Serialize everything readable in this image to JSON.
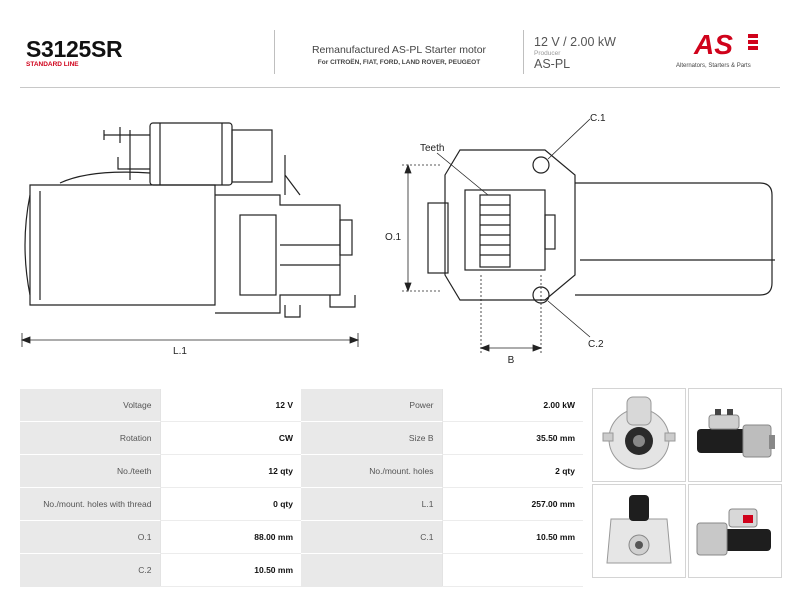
{
  "header": {
    "part_number": "S3125SR",
    "line": "STANDARD LINE",
    "description": "Remanufactured AS-PL Starter motor",
    "fits": "For CITROËN, FIAT, FORD, LAND ROVER, PEUGEOT",
    "rating": "12 V  /  2.00 kW",
    "producer_label": "Producer",
    "producer": "AS-PL",
    "logo_text": "AS",
    "tagline": "Alternators, Starters & Parts"
  },
  "drawing": {
    "dim_l1": "L.1",
    "dim_teeth": "Teeth",
    "dim_c1": "C.1",
    "dim_c2": "C.2",
    "dim_o1": "O.1",
    "dim_b": "B"
  },
  "specs": [
    {
      "label_a": "Voltage",
      "value_a": "12 V",
      "label_b": "Power",
      "value_b": "2.00 kW"
    },
    {
      "label_a": "Rotation",
      "value_a": "CW",
      "label_b": "Size B",
      "value_b": "35.50 mm"
    },
    {
      "label_a": "No./teeth",
      "value_a": "12 qty",
      "label_b": "No./mount. holes",
      "value_b": "2 qty"
    },
    {
      "label_a": "No./mount. holes with thread",
      "value_a": "0 qty",
      "label_b": "L.1",
      "value_b": "257.00 mm"
    },
    {
      "label_a": "O.1",
      "value_a": "88.00 mm",
      "label_b": "C.1",
      "value_b": "10.50 mm"
    },
    {
      "label_a": "C.2",
      "value_a": "10.50 mm",
      "label_b": "",
      "value_b": ""
    }
  ],
  "colors": {
    "brand_red": "#d0021b",
    "line_gray": "#c8c8c8",
    "label_bg": "#e9e9e9"
  }
}
